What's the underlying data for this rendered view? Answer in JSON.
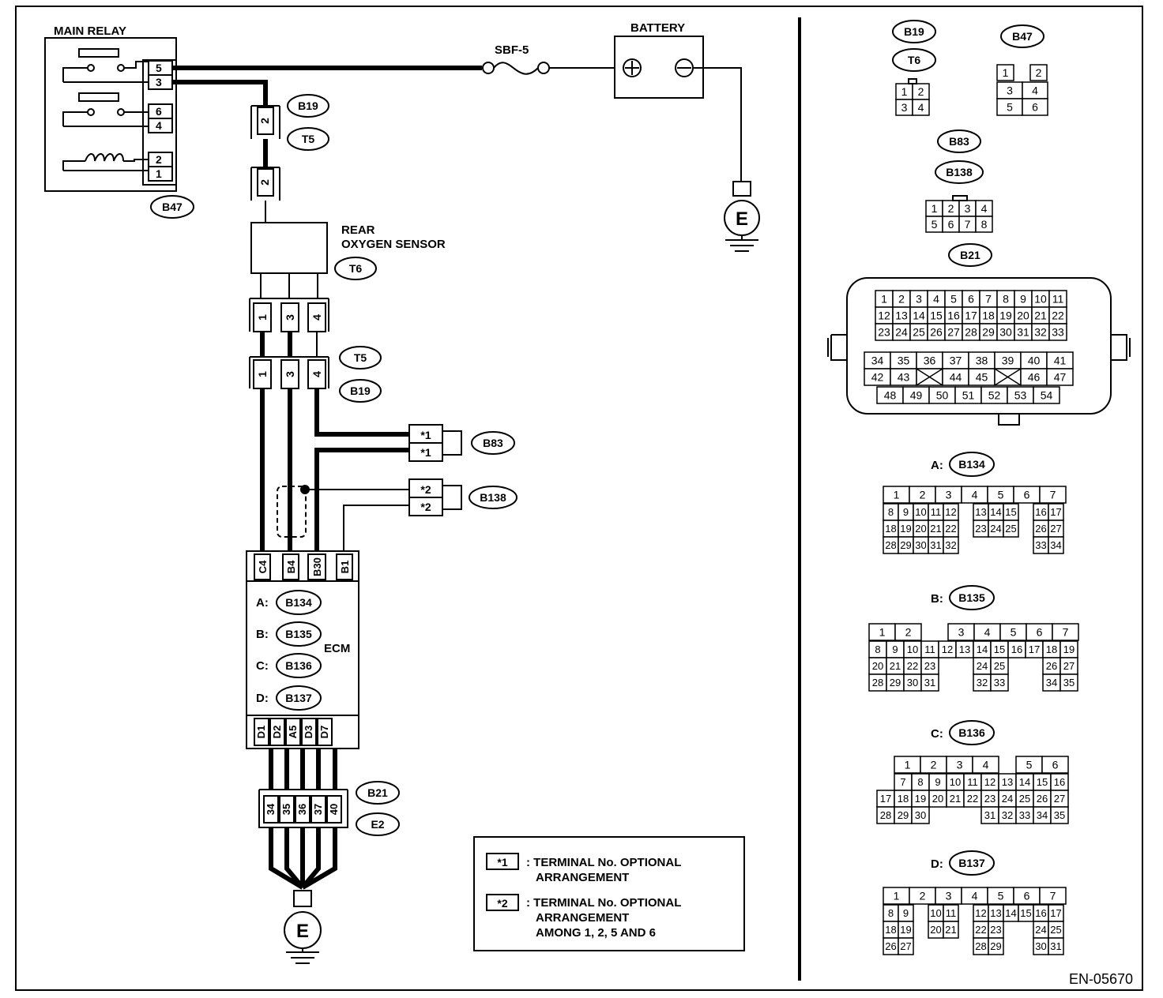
{
  "document_id": "EN-05670",
  "components": {
    "main_relay": "MAIN RELAY",
    "battery": "BATTERY",
    "fuse": "SBF-5",
    "rear_o2": "REAR\nOXYGEN SENSOR",
    "ecm": "ECM",
    "ground": "E"
  },
  "relay_pins": [
    "5",
    "3",
    "6",
    "4",
    "2",
    "1"
  ],
  "connectors": {
    "b47": "B47",
    "b19": "B19",
    "t5": "T5",
    "t6": "T6",
    "b83": "B83",
    "b138": "B138",
    "b21": "B21",
    "e2": "E2",
    "b134": "B134",
    "b135": "B135",
    "b136": "B136",
    "b137": "B137"
  },
  "wire_pins": {
    "inline_top": "2",
    "sensor_pins": [
      "1",
      "3",
      "4"
    ],
    "b83_pins": [
      "*1",
      "*1"
    ],
    "b138_pins": [
      "*2",
      "*2"
    ],
    "ecm_top": [
      "C4",
      "B4",
      "B30",
      "B1"
    ],
    "ecm_bottom": [
      "D1",
      "D2",
      "A5",
      "D3",
      "D7"
    ],
    "b21_pins": [
      "34",
      "35",
      "36",
      "37",
      "40"
    ]
  },
  "ecm_connectors": [
    {
      "prefix": "A:",
      "name": "B134"
    },
    {
      "prefix": "B:",
      "name": "B135"
    },
    {
      "prefix": "C:",
      "name": "B136"
    },
    {
      "prefix": "D:",
      "name": "B137"
    }
  ],
  "legend": {
    "k1": "*1",
    "t1a": ": TERMINAL No. OPTIONAL",
    "t1b": "ARRANGEMENT",
    "k2": "*2",
    "t2a": ": TERMINAL No. OPTIONAL",
    "t2b": "ARRANGEMENT",
    "t2c": "AMONG 1, 2, 5  AND 6"
  },
  "connector_views": {
    "b19_t6": {
      "labels": [
        "B19",
        "T6"
      ],
      "rows": [
        [
          "1",
          "2"
        ],
        [
          "3",
          "4"
        ]
      ]
    },
    "b47": {
      "label": "B47",
      "rows": [
        [
          "1",
          "",
          "2"
        ],
        [
          "3",
          "4"
        ],
        [
          "5",
          "6"
        ]
      ]
    },
    "b83_b138": {
      "labels": [
        "B83",
        "B138"
      ],
      "rows": [
        [
          "1",
          "2",
          "3",
          "4"
        ],
        [
          "5",
          "6",
          "7",
          "8"
        ]
      ]
    },
    "b21": {
      "label": "B21",
      "rows_top": [
        [
          "1",
          "2",
          "3",
          "4",
          "5",
          "6",
          "7",
          "8",
          "9",
          "10",
          "11"
        ],
        [
          "12",
          "13",
          "14",
          "15",
          "16",
          "17",
          "18",
          "19",
          "20",
          "21",
          "22"
        ],
        [
          "23",
          "24",
          "25",
          "26",
          "27",
          "28",
          "29",
          "30",
          "31",
          "32",
          "33"
        ]
      ],
      "rows_bottom": [
        [
          "34",
          "35",
          "36",
          "37",
          "38",
          "39",
          "40",
          "41"
        ],
        [
          "42",
          "43",
          "X",
          "44",
          "45",
          "X",
          "46",
          "47"
        ],
        [
          "48",
          "49",
          "50",
          "51",
          "52",
          "53",
          "54"
        ]
      ]
    },
    "b134": {
      "prefix": "A:",
      "label": "B134",
      "rows": [
        [
          "1",
          "2",
          "3",
          "4",
          "5",
          "6",
          "7"
        ],
        [
          "8",
          "9",
          "10",
          "11",
          "12",
          "",
          "13",
          "14",
          "15",
          "",
          "16",
          "17"
        ],
        [
          "18",
          "19",
          "20",
          "21",
          "22",
          "",
          "23",
          "24",
          "25",
          "",
          "26",
          "27"
        ],
        [
          "28",
          "29",
          "30",
          "31",
          "32",
          "",
          "",
          "",
          "",
          "",
          "33",
          "34"
        ]
      ]
    },
    "b135": {
      "prefix": "B:",
      "label": "B135",
      "rows": [
        [
          "1",
          "2",
          "",
          "",
          "3",
          "4",
          "5",
          "6",
          "7"
        ],
        [
          "8",
          "9",
          "10",
          "11",
          "12",
          "13",
          "14",
          "15",
          "16",
          "17",
          "18",
          "19"
        ],
        [
          "20",
          "21",
          "22",
          "23",
          "",
          "",
          "24",
          "25",
          "",
          "",
          "26",
          "27"
        ],
        [
          "28",
          "29",
          "30",
          "31",
          "",
          "",
          "32",
          "33",
          "",
          "",
          "34",
          "35"
        ]
      ]
    },
    "b136": {
      "prefix": "C:",
      "label": "B136",
      "rows": [
        [
          "",
          "1",
          "2",
          "3",
          "4",
          "",
          "5",
          "6"
        ],
        [
          "",
          "7",
          "8",
          "9",
          "10",
          "11",
          "12",
          "13",
          "14",
          "15",
          "16"
        ],
        [
          "17",
          "18",
          "19",
          "20",
          "21",
          "22",
          "23",
          "24",
          "25",
          "26",
          "27"
        ],
        [
          "28",
          "29",
          "30",
          "",
          "",
          "",
          "31",
          "32",
          "33",
          "34",
          "35"
        ]
      ]
    },
    "b137": {
      "prefix": "D:",
      "label": "B137",
      "rows": [
        [
          "1",
          "2",
          "3",
          "4",
          "5",
          "6",
          "7"
        ],
        [
          "8",
          "9",
          "",
          "10",
          "11",
          "",
          "12",
          "13",
          "14",
          "15",
          "16",
          "17"
        ],
        [
          "18",
          "19",
          "",
          "20",
          "21",
          "",
          "22",
          "23",
          "",
          "",
          "24",
          "25"
        ],
        [
          "26",
          "27",
          "",
          "",
          "",
          "",
          "28",
          "29",
          "",
          "",
          "30",
          "31"
        ]
      ]
    }
  }
}
